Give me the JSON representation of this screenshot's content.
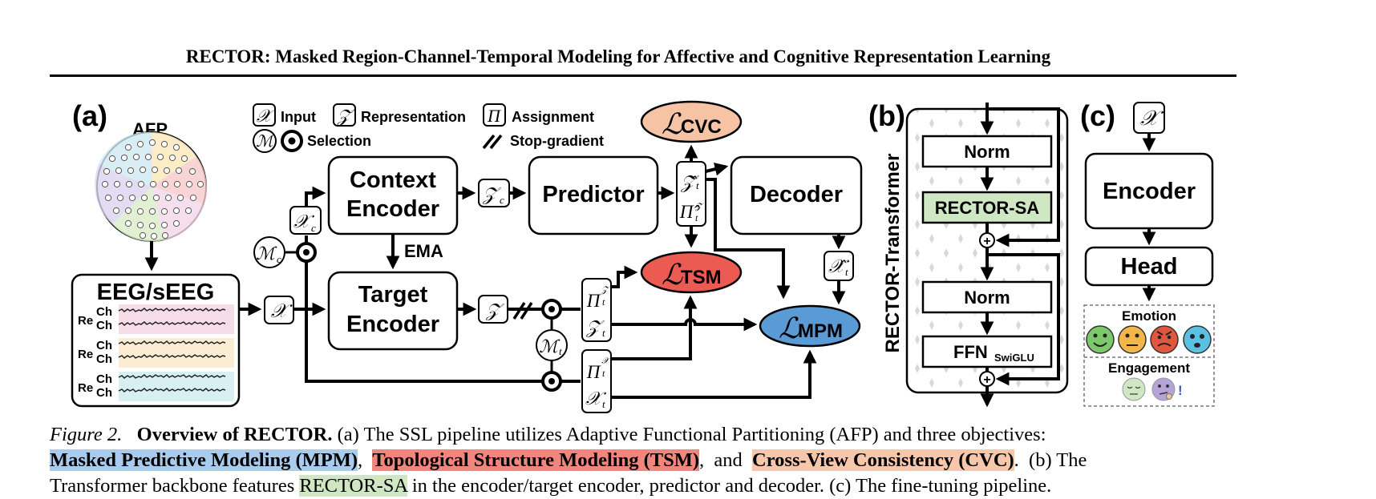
{
  "header": {
    "title": "RECTOR: Masked Region-Channel-Temporal Modeling for Affective and Cognitive Representation Learning"
  },
  "panel_a": {
    "label": "(a)",
    "afp": "AFP",
    "eeg_title": "EEG/sEEG",
    "re": "Re",
    "ch": "Ch",
    "legend": {
      "x_sym": "𝒳",
      "input": "Input",
      "z_sym": "𝒵",
      "representation": "Representation",
      "pi_sym": "Π",
      "assignment": "Assignment",
      "m_sym": "ℳ",
      "selection": "Selection",
      "stop_gradient": "Stop-gradient"
    },
    "context_encoder_1": "Context",
    "context_encoder_2": "Encoder",
    "target_encoder_1": "Target",
    "target_encoder_2": "Encoder",
    "predictor": "Predictor",
    "decoder": "Decoder",
    "ema": "EMA",
    "sym_x": "𝒳",
    "sym_xc": "𝒳",
    "sub_c": "c",
    "sym_mc": "ℳ",
    "sym_mt": "ℳ",
    "sub_t": "t",
    "sym_zc": "𝒵",
    "sym_z": "𝒵",
    "sym_zt": "𝒵",
    "sym_zhat": "𝒵̂",
    "sym_pihat": "Π̂",
    "sym_pi": "Π",
    "sup_z": "𝒵",
    "sup_x": "𝒳",
    "sym_xt": "𝒳",
    "sym_xhat": "𝒳̂",
    "loss_sym": "ℒ",
    "cvc": "CVC",
    "tsm": "TSM",
    "mpm": "MPM"
  },
  "panel_b": {
    "label": "(b)",
    "side_title": "RECTOR-Transformer",
    "norm1": "Norm",
    "rector_sa": "RECTOR-SA",
    "norm2": "Norm",
    "ffn": "FFN",
    "ffn_sub": "SwiGLU",
    "plus": "+"
  },
  "panel_c": {
    "label": "(c)",
    "input_sym": "𝒳",
    "encoder": "Encoder",
    "head": "Head",
    "emotion": "Emotion",
    "engagement": "Engagement",
    "exclaim": "!"
  },
  "caption": {
    "fig_label": "Figure 2.",
    "fig_title": "Overview of RECTOR.",
    "line1_rest": " (a) The SSL pipeline utilizes Adaptive Functional Partitioning (AFP) and three objectives:",
    "mpm": "Masked Predictive Modeling (MPM)",
    "sep1": ",  ",
    "tsm": "Topological Structure Modeling (TSM)",
    "and": ",  and  ",
    "cvc": "Cross-View Consistency (CVC)",
    "line2_rest": ".  (b) The",
    "line3_a": "Transformer backbone features ",
    "line3_sa": "RECTOR-SA",
    "line3_b": " in the encoder/target encoder, predictor and decoder. (c) The fine-tuning pipeline."
  },
  "colors": {
    "mpm": "#5b9bd5",
    "tsm": "#ec5b52",
    "cvc": "#f6c3a5",
    "rector_sa": "#cfe7c3"
  }
}
